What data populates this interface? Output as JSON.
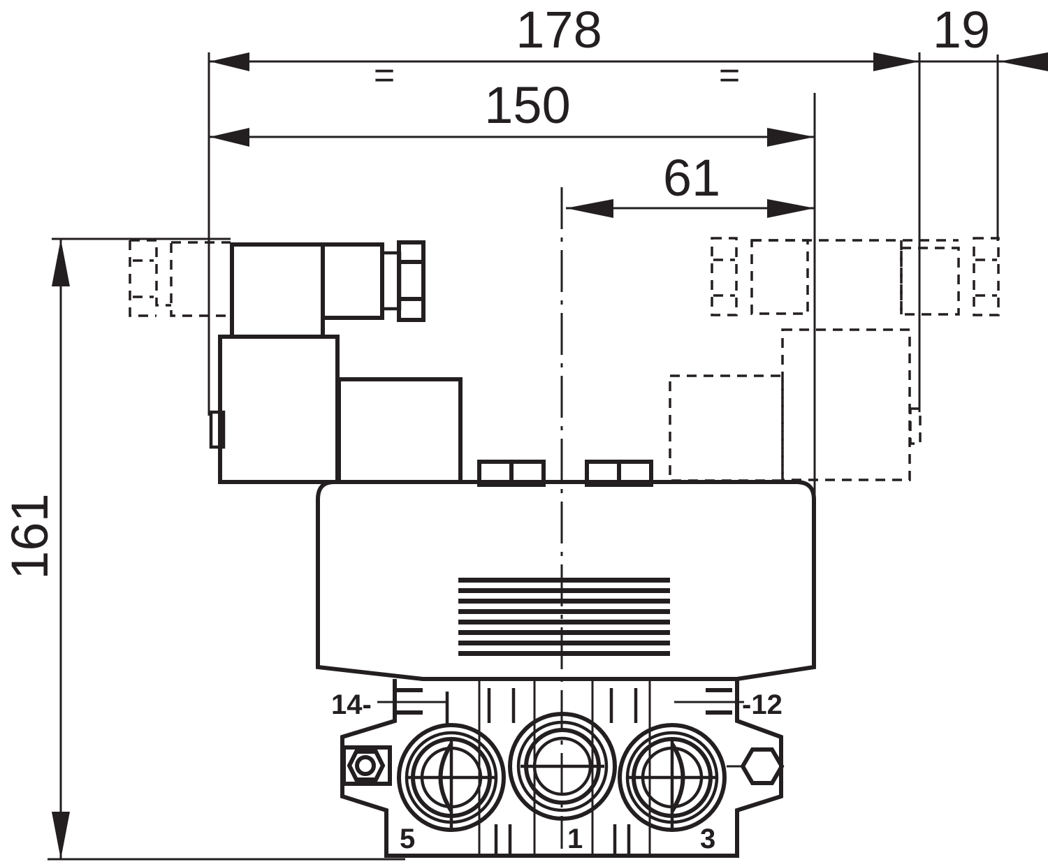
{
  "drawing": {
    "title": "Solenoid valve dimension drawing",
    "line_color": "#231f20",
    "background": "#ffffff",
    "units": "mm"
  },
  "dimensions": {
    "overall_width": {
      "label": "178",
      "equal_mark_left": "=",
      "equal_mark_right": "="
    },
    "body_width": {
      "label": "150"
    },
    "center_to_edge": {
      "label": "61"
    },
    "right_offset": {
      "label": "19"
    },
    "height": {
      "label": "161"
    }
  },
  "ports": {
    "pilot_14": {
      "label": "14-"
    },
    "pilot_12": {
      "label": "-12"
    },
    "exhaust_5": {
      "label": "5"
    },
    "supply_1": {
      "label": "1"
    },
    "exhaust_3": {
      "label": "3"
    }
  }
}
